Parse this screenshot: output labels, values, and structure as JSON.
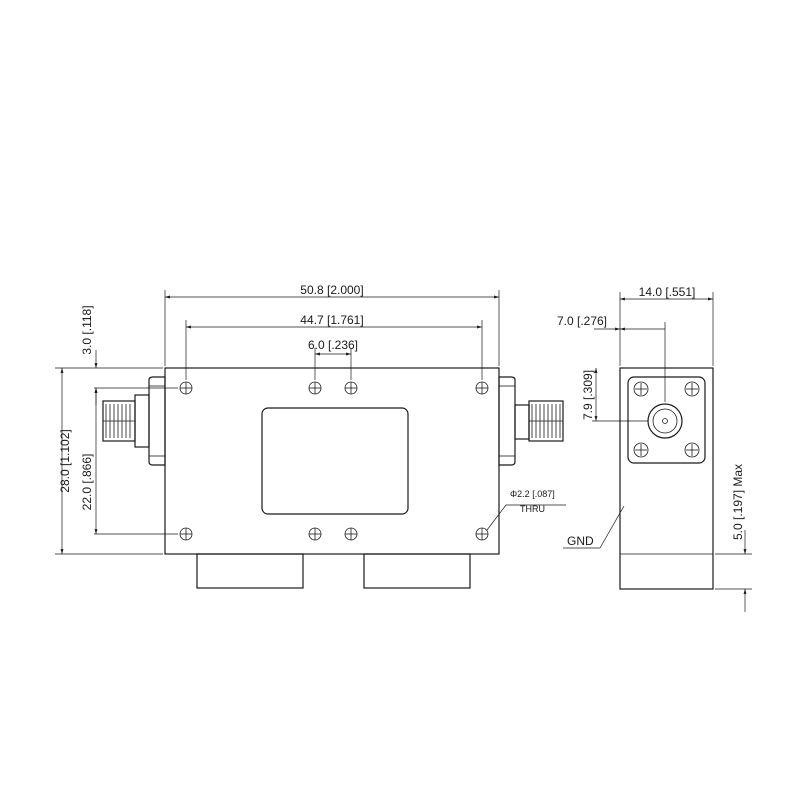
{
  "dimensions": {
    "overall_length": "50.8 [2.000]",
    "hole_spacing_x": "44.7 [1.761]",
    "center_hole_spacing": "6.0 [.236]",
    "hole_edge_offset": "3.0 [.118]",
    "overall_height": "28.0 [1.102]",
    "hole_spacing_y": "22.0 [.866]",
    "hole_diameter": "Φ2.2 [.087]",
    "hole_note": "THRU",
    "side_width": "14.0 [.551]",
    "connector_center_x": "7.0 [.276]",
    "connector_center_y": "7.9 [.309]",
    "flange_height": "5.0 [.197] Max",
    "gnd_label": "GND"
  }
}
